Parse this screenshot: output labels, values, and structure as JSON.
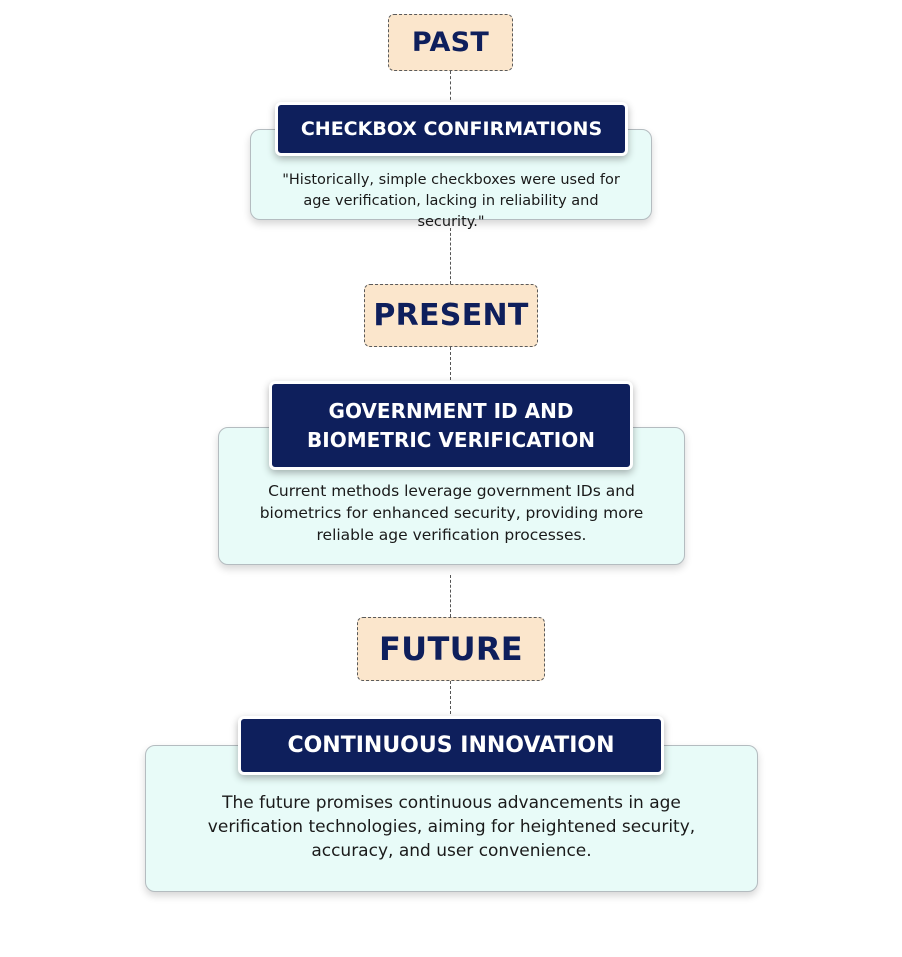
{
  "timeline": {
    "past": {
      "era_label": "PAST",
      "title": "CHECKBOX CONFIRMATIONS",
      "description": "\"Historically, simple checkboxes were used for age verification, lacking in reliability and security.\""
    },
    "present": {
      "era_label": "PRESENT",
      "title": "GOVERNMENT ID AND BIOMETRIC VERIFICATION",
      "description": "Current methods leverage government IDs and biometrics for enhanced security, providing more reliable age verification processes."
    },
    "future": {
      "era_label": "FUTURE",
      "title": "CONTINUOUS INNOVATION",
      "description": "The future promises continuous advancements in age verification technologies, aiming for heightened security, accuracy, and user convenience."
    }
  },
  "colors": {
    "navy": "#0e1f5c",
    "era_fill": "#fbe6cc",
    "card_fill": "#e8fbf8"
  }
}
